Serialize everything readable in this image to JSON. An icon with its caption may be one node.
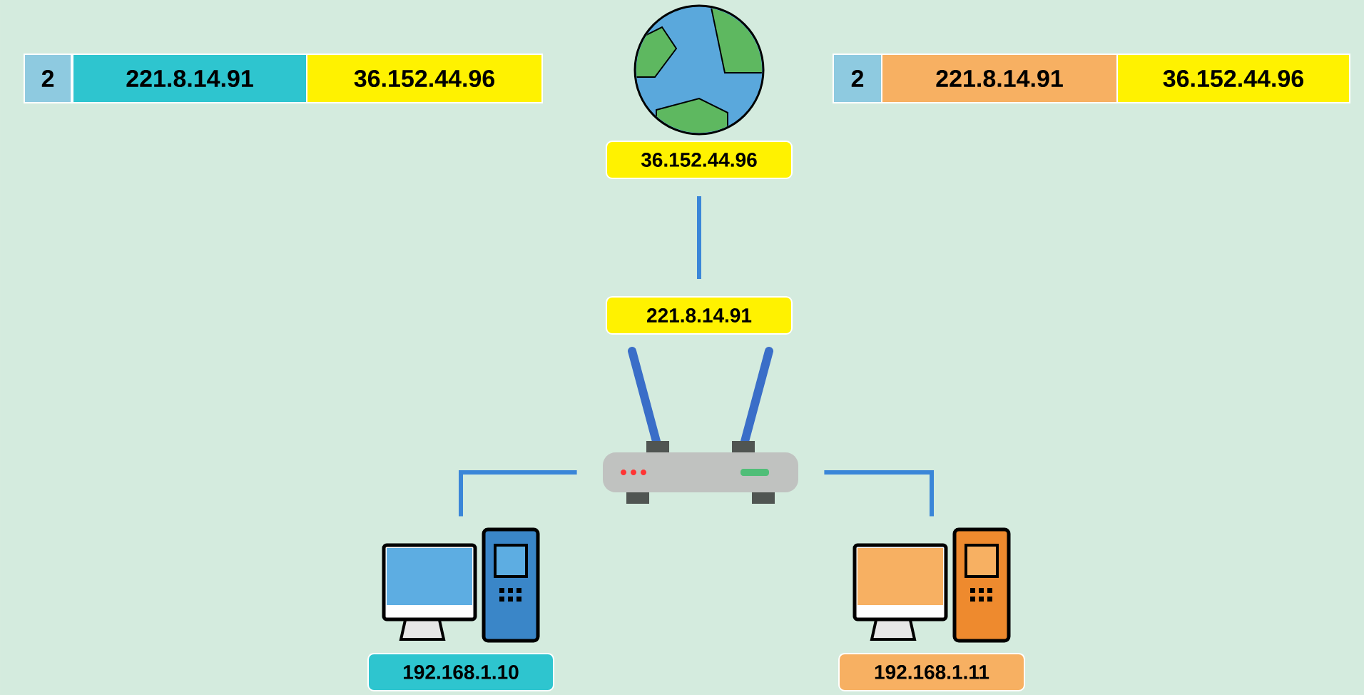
{
  "diagram": {
    "nodes": [
      {
        "text": [
          "2"
        ]
      },
      {
        "text": [
          "221.8.14.91"
        ]
      },
      {
        "text": [
          "36.152.44.96"
        ]
      },
      {
        "text": [
          "2"
        ]
      },
      {
        "text": [
          "221.8.14.91"
        ]
      },
      {
        "text": [
          "36.152.44.96"
        ]
      },
      {
        "text": [],
        "shape": "globe"
      },
      {
        "text": [
          "36.152.44.96"
        ]
      },
      {
        "text": [
          "221.8.14.91"
        ]
      },
      {
        "text": [],
        "shape": "router"
      },
      {
        "text": [],
        "shape": "computer"
      },
      {
        "text": [],
        "shape": "computer"
      },
      {
        "text": [
          "192.168.1.10"
        ]
      },
      {
        "text": [
          "192.168.1.11"
        ]
      }
    ],
    "edges": [
      {
        "from": 7,
        "to": 8,
        "arrow": "none"
      },
      {
        "from": 9,
        "to": 10,
        "arrow": "none"
      },
      {
        "from": 9,
        "to": 11,
        "arrow": "none"
      }
    ]
  }
}
